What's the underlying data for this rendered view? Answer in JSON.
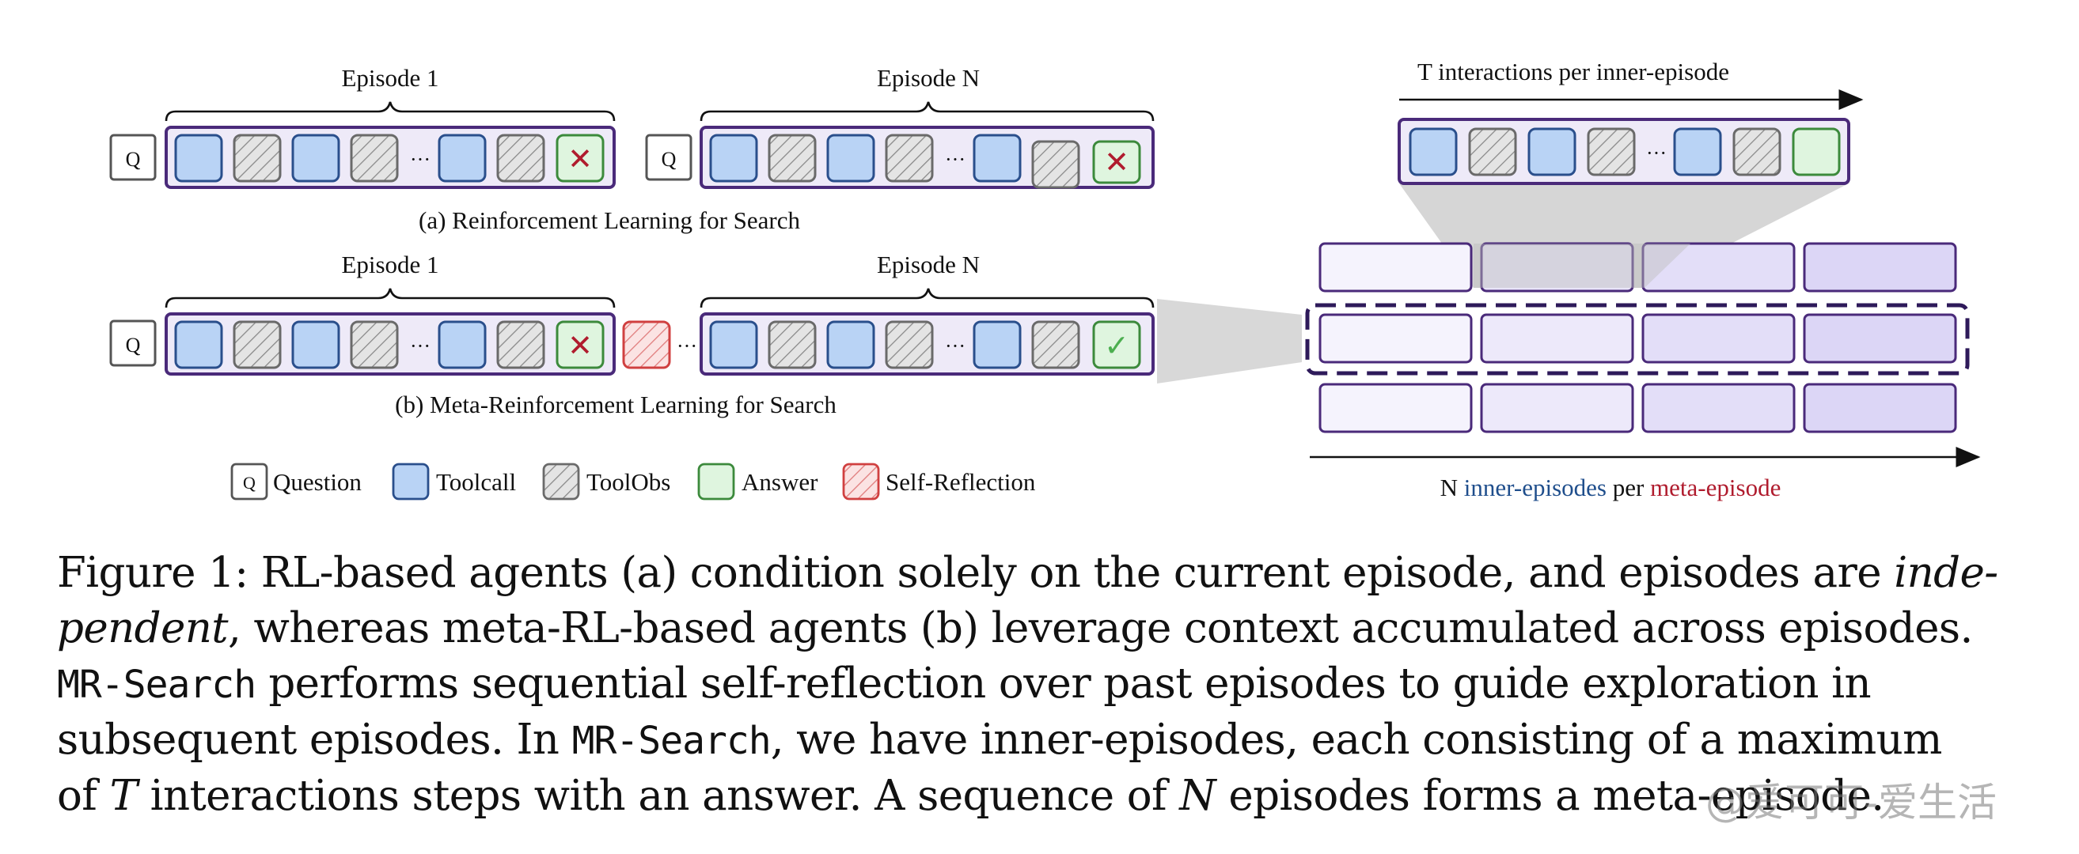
{
  "panel_a": {
    "episode_1_label": "Episode 1",
    "episode_n_label": "Episode N",
    "question_glyph": "Q",
    "ellipsis": "···",
    "caption": "(a) Reinforcement Learning for Search",
    "answer_marks": [
      "✕",
      "✕"
    ]
  },
  "panel_b": {
    "episode_1_label": "Episode 1",
    "episode_n_label": "Episode N",
    "question_glyph": "Q",
    "ellipsis": "···",
    "caption": "(b) Meta-Reinforcement Learning for Search",
    "answer_marks": [
      "✕",
      "✓"
    ]
  },
  "legend": {
    "items": [
      {
        "key": "question",
        "glyph": "Q",
        "label": "Question"
      },
      {
        "key": "toolcall",
        "label": "Toolcall"
      },
      {
        "key": "toolobs",
        "label": "ToolObs"
      },
      {
        "key": "answer",
        "label": "Answer"
      },
      {
        "key": "self_reflection",
        "label": "Self-Reflection"
      }
    ]
  },
  "right_panel": {
    "top_label": "T interactions per inner-episode",
    "ellipsis": "···",
    "bottom_label": {
      "prefix": "N ",
      "inner": "inner-episodes",
      "middle": " per ",
      "meta": "meta-episode"
    }
  },
  "colors": {
    "toolcall_fill": "#b9d3f5",
    "toolcall_stroke": "#2a4f8c",
    "episode_border": "#4a2a7a",
    "answer_fill": "#dff5df",
    "answer_stroke": "#3c8a3c",
    "self_reflection_fill": "#f9d4d4",
    "self_reflection_stroke": "#d04040",
    "inner_text": "#1f4e8c",
    "meta_text": "#b01c2e"
  },
  "caption": {
    "l1_a": "Figure 1: RL-based agents (a) condition solely on the current episode, and episodes are ",
    "l1_b": "inde-",
    "l2_a": "pendent",
    "l2_b": ", whereas meta-RL-based agents (b) leverage context accumulated across episodes.",
    "l3_a": "MR-Search",
    "l3_b": " performs sequential self-reflection over past episodes to guide exploration in",
    "l4_a": "subsequent episodes. In ",
    "l4_b": "MR-Search",
    "l4_c": ", we have inner-episodes, each consisting of a maximum",
    "l5_a": "of ",
    "l5_b": "T",
    "l5_c": " interactions steps with an answer. A sequence of ",
    "l5_d": "N",
    "l5_e": " episodes forms a meta-episode."
  },
  "watermark": "@爱可可-爱生活"
}
